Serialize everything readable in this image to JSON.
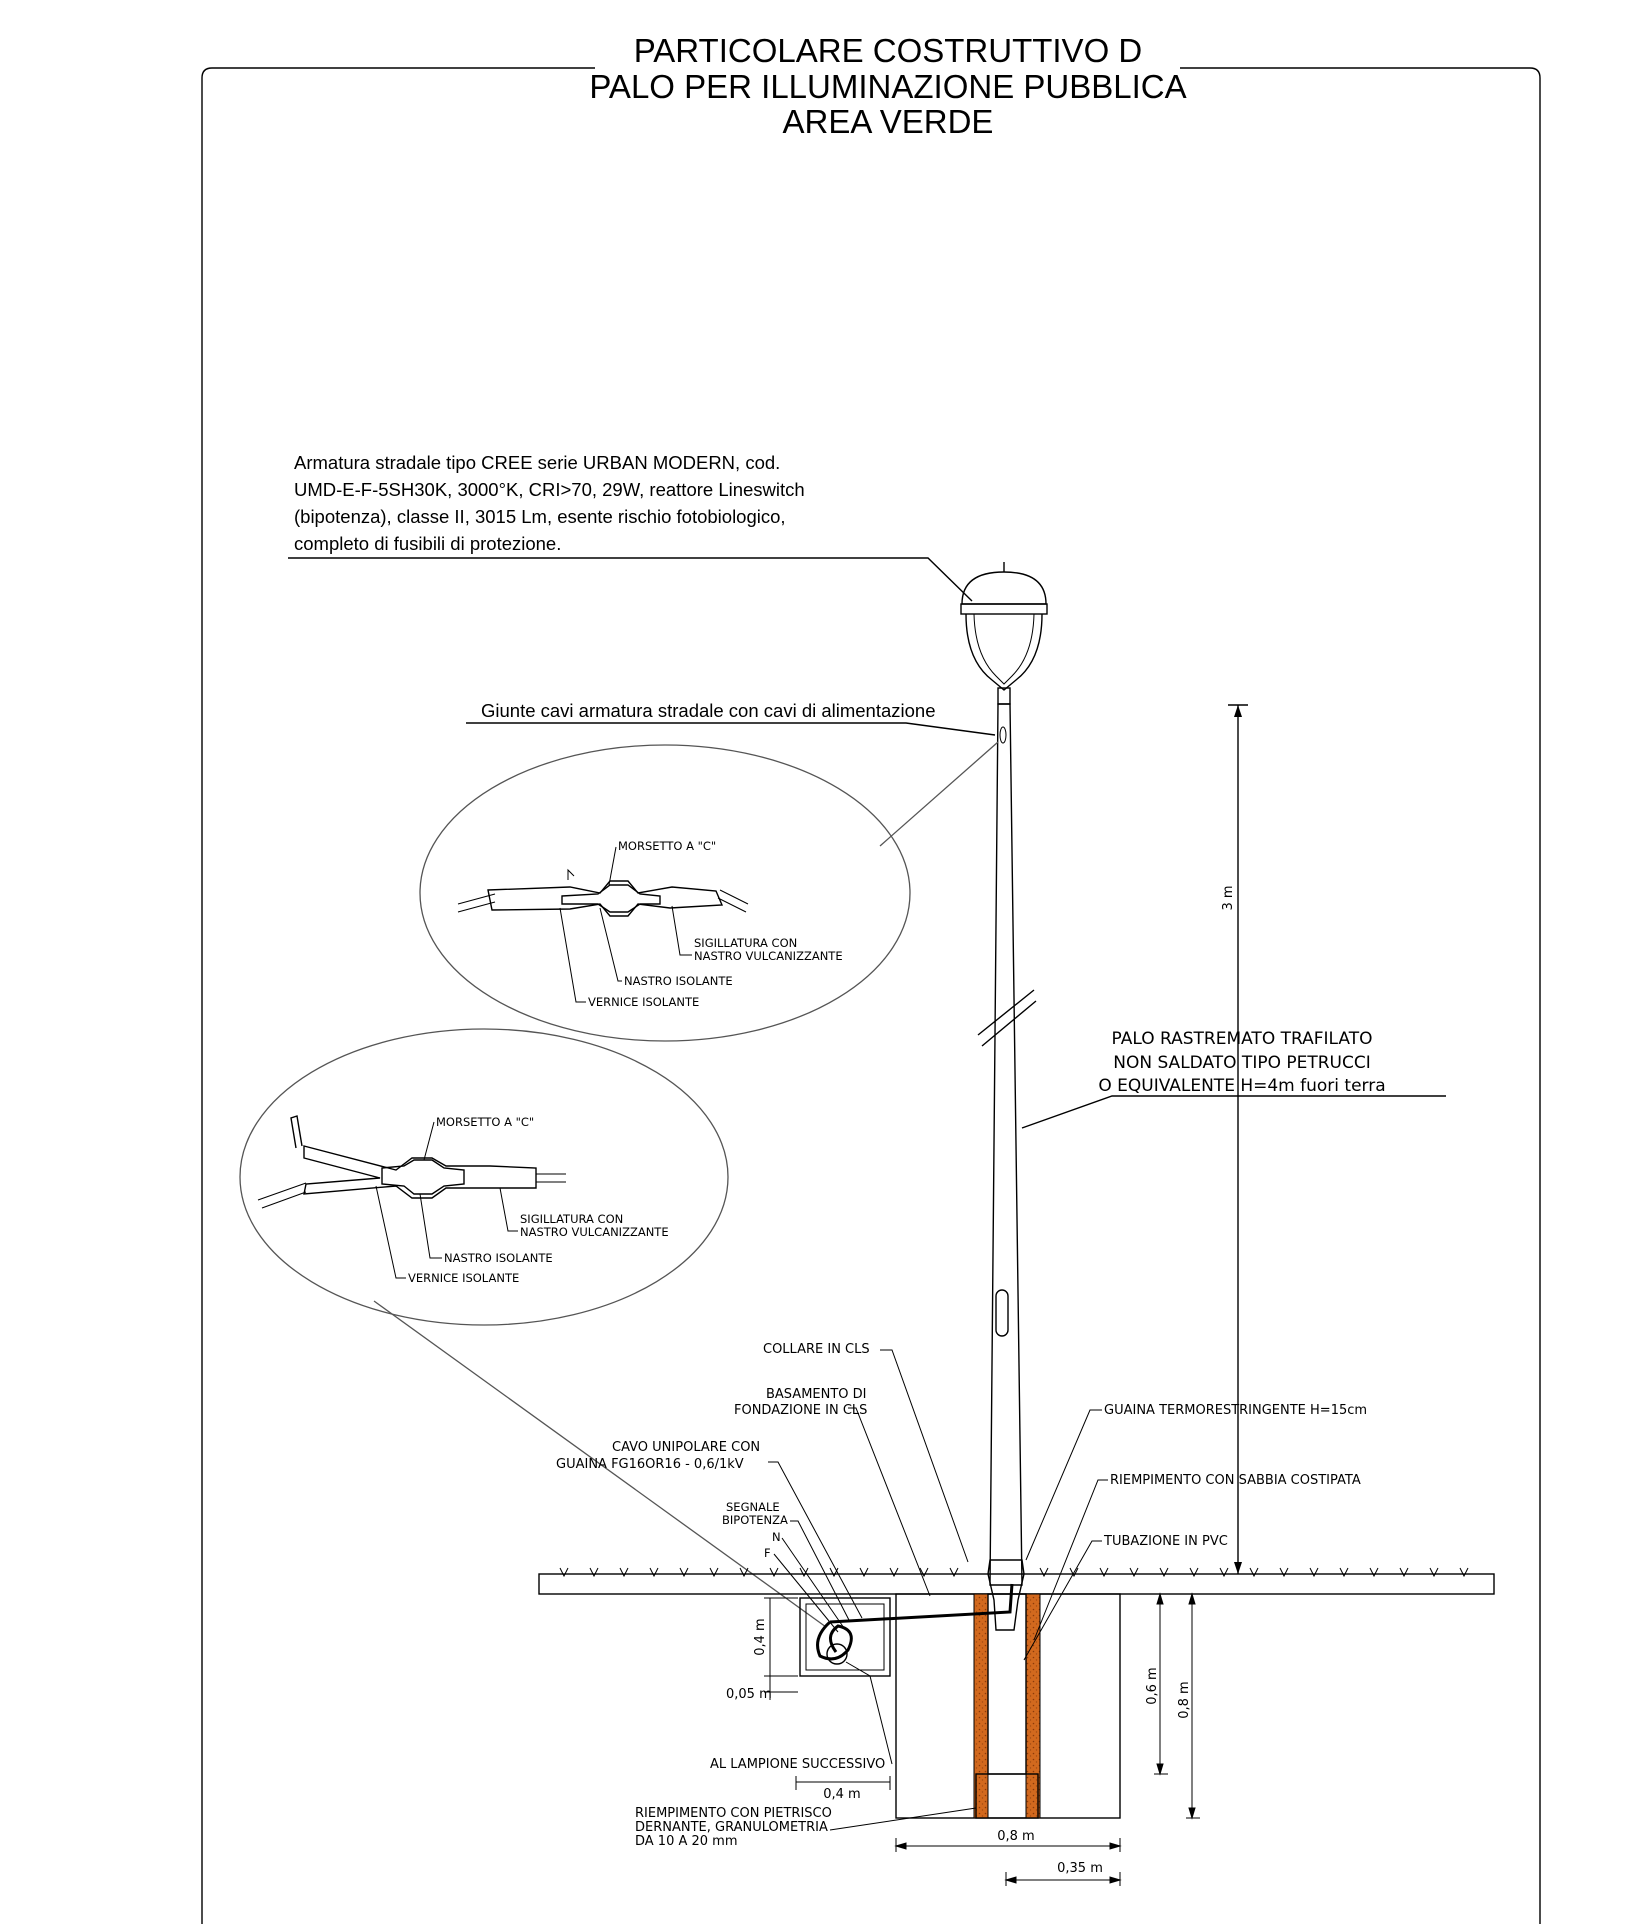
{
  "title": {
    "line1": "PARTICOLARE COSTRUTTIVO D",
    "line2": "PALO PER ILLUMINAZIONE PUBBLICA",
    "line3": "AREA VERDE"
  },
  "luminaire_note": {
    "line1": "Armatura stradale tipo CREE serie URBAN MODERN, cod.",
    "line2": "UMD-E-F-5SH30K, 3000°K, CRI>70, 29W, reattore Lineswitch",
    "line3": "(bipotenza), classe II, 3015 Lm, esente rischio fotobiologico,",
    "line4": "completo di fusibili di protezione."
  },
  "joint_note": "Giunte cavi armatura stradale con cavi di alimentazione",
  "detail_top": {
    "morsetto": "MORSETTO A \"C\"",
    "sigillatura1": "SIGILLATURA CON",
    "sigillatura2": "NASTRO VULCANIZZANTE",
    "nastro": "NASTRO ISOLANTE",
    "vernice": "VERNICE ISOLANTE"
  },
  "detail_bottom": {
    "morsetto": "MORSETTO A \"C\"",
    "sigillatura1": "SIGILLATURA CON",
    "sigillatura2": "NASTRO VULCANIZZANTE",
    "nastro": "NASTRO ISOLANTE",
    "vernice": "VERNICE ISOLANTE"
  },
  "pole_label": {
    "line1": "PALO RASTREMATO TRAFILATO",
    "line2": "NON SALDATO TIPO PETRUCCI",
    "line3": "O EQUIVALENTE H=4m fuori terra"
  },
  "base_labels": {
    "collare": "COLLARE IN CLS",
    "basamento1": "BASAMENTO DI",
    "basamento2": "FONDAZIONE IN CLS",
    "cavo1": "CAVO UNIPOLARE CON",
    "cavo2": "GUAINA FG16OR16 - 0,6/1kV",
    "segnale1": "SEGNALE",
    "segnale2": "BIPOTENZA",
    "n": "N",
    "f": "F",
    "guaina": "GUAINA TERMORESTRINGENTE H=15cm",
    "riempimento_sabbia": "RIEMPIMENTO CON SABBIA COSTIPATA",
    "tubazione": "TUBAZIONE IN PVC",
    "lampione": "AL LAMPIONE SUCCESSIVO",
    "pietrisco1": "RIEMPIMENTO CON PIETRISCO",
    "pietrisco2": "DERNANTE, GRANULOMETRIA",
    "pietrisco3": "DA 10 A 20 mm"
  },
  "dimensions": {
    "height": "3 m",
    "pit_depth": "0,4 m",
    "pit_bottom": "0,05 m",
    "pit_width": "0,4 m",
    "base_depth_inner": "0,6 m",
    "base_depth": "0,8 m",
    "base_width": "0,8 m",
    "half_width": "0,35 m"
  },
  "colors": {
    "pole": "#d9d9d9",
    "orange": "#e07a1a",
    "sand_fill": "#c86a22",
    "gravel": "#c9a227"
  }
}
